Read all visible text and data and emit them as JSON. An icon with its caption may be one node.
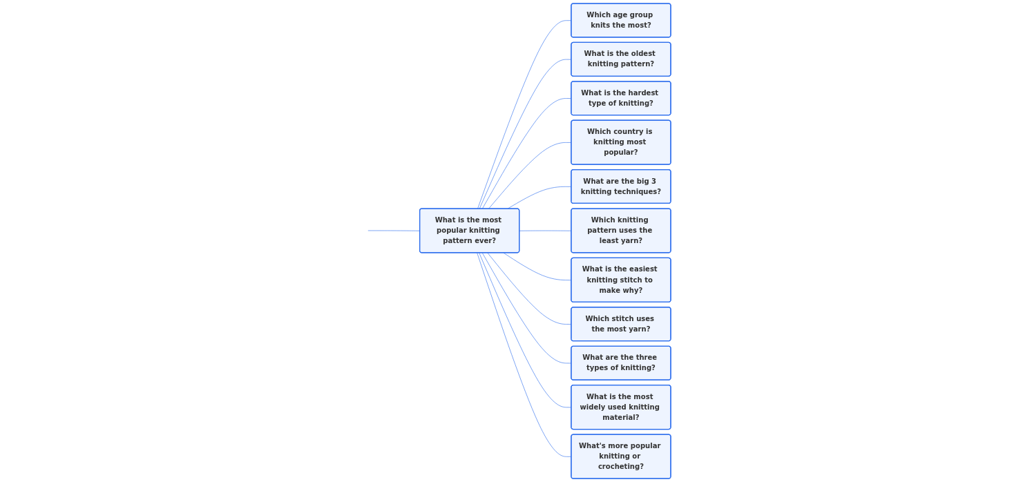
{
  "diagram": {
    "nodes": [
      {
        "text": [
          "What is the most popular knitting pattern ever?"
        ]
      },
      {
        "text": [
          "Which age group knits the most?"
        ]
      },
      {
        "text": [
          "What is the oldest knitting pattern?"
        ]
      },
      {
        "text": [
          "What is the hardest type of knitting?"
        ]
      },
      {
        "text": [
          "Which country is knitting most popular?"
        ]
      },
      {
        "text": [
          "What are the big 3 knitting techniques?"
        ]
      },
      {
        "text": [
          "Which knitting pattern uses the least yarn?"
        ]
      },
      {
        "text": [
          "What is the easiest knitting stitch to make why?"
        ]
      },
      {
        "text": [
          "Which stitch uses the most yarn?"
        ]
      },
      {
        "text": [
          "What are the three types of knitting?"
        ]
      },
      {
        "text": [
          "What is the most widely used knitting material?"
        ]
      },
      {
        "text": [
          "What's more popular knitting or crocheting?"
        ]
      }
    ],
    "edges": [
      {
        "from": null,
        "to": 0,
        "arrow": "none"
      },
      {
        "from": 0,
        "to": 1,
        "arrow": "none"
      },
      {
        "from": 0,
        "to": 2,
        "arrow": "none"
      },
      {
        "from": 0,
        "to": 3,
        "arrow": "none"
      },
      {
        "from": 0,
        "to": 4,
        "arrow": "none"
      },
      {
        "from": 0,
        "to": 5,
        "arrow": "none"
      },
      {
        "from": 0,
        "to": 6,
        "arrow": "none"
      },
      {
        "from": 0,
        "to": 7,
        "arrow": "none"
      },
      {
        "from": 0,
        "to": 8,
        "arrow": "none"
      },
      {
        "from": 0,
        "to": 9,
        "arrow": "none"
      },
      {
        "from": 0,
        "to": 10,
        "arrow": "none"
      },
      {
        "from": 0,
        "to": 11,
        "arrow": "none"
      }
    ]
  }
}
